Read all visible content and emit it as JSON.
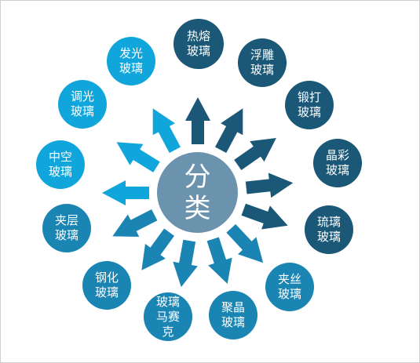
{
  "center": {
    "label": "分\n类",
    "color": "#6b93ae"
  },
  "colors": {
    "dark": "#1b5877",
    "mid": "#1a84b3",
    "light": "#10a6dc"
  },
  "categories": [
    {
      "id": "hot-melt",
      "label": "热熔\n玻璃",
      "tone": "dark"
    },
    {
      "id": "embossed",
      "label": "浮雕\n玻璃",
      "tone": "dark"
    },
    {
      "id": "forged",
      "label": "锻打\n玻璃",
      "tone": "dark"
    },
    {
      "id": "crystal-color",
      "label": "晶彩\n玻璃",
      "tone": "dark"
    },
    {
      "id": "glazed",
      "label": "琉璃\n玻璃",
      "tone": "dark"
    },
    {
      "id": "wire",
      "label": "夹丝\n玻璃",
      "tone": "mid"
    },
    {
      "id": "crystal",
      "label": "聚晶\n玻璃",
      "tone": "mid"
    },
    {
      "id": "mosaic",
      "label": "玻璃\n马赛\n克",
      "tone": "mid"
    },
    {
      "id": "tempered",
      "label": "钢化\n玻璃",
      "tone": "mid"
    },
    {
      "id": "laminated",
      "label": "夹层\n玻璃",
      "tone": "mid"
    },
    {
      "id": "hollow",
      "label": "中空\n玻璃",
      "tone": "light"
    },
    {
      "id": "dimming",
      "label": "调光\n玻璃",
      "tone": "light"
    },
    {
      "id": "luminous",
      "label": "发光\n玻璃",
      "tone": "light"
    }
  ]
}
